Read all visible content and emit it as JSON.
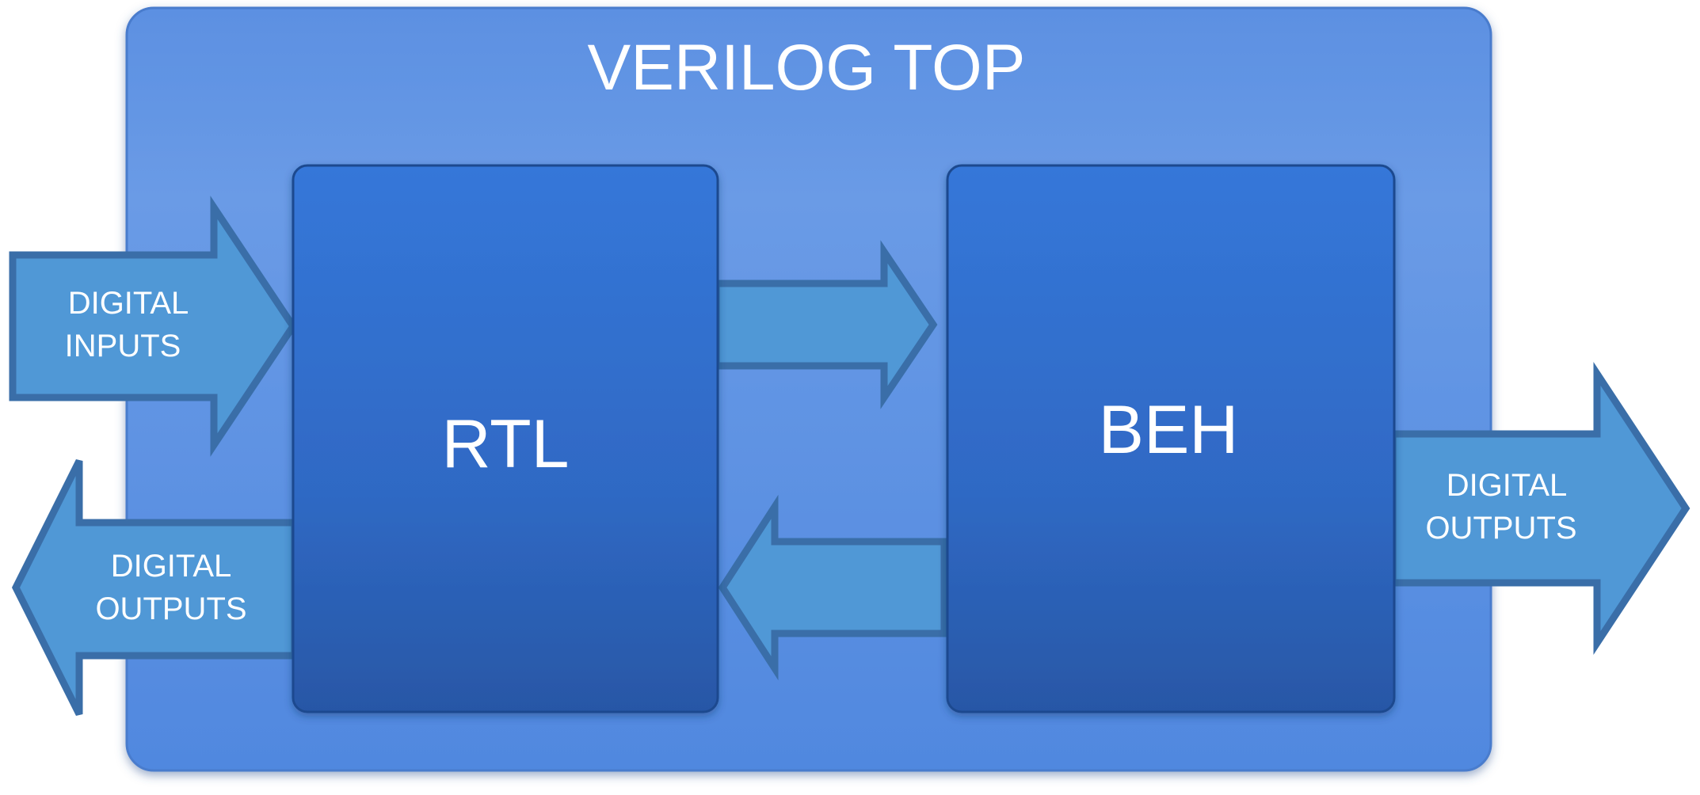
{
  "diagram": {
    "top_module": {
      "label": "VERILOG TOP"
    },
    "rtl_block": {
      "label": "RTL"
    },
    "beh_block": {
      "label": "BEH"
    },
    "digital_inputs_arrow": {
      "line1": "DIGITAL",
      "line2": "INPUTS"
    },
    "left_digital_outputs_arrow": {
      "line1": "DIGITAL",
      "line2": "OUTPUTS"
    },
    "right_digital_outputs_arrow": {
      "line1": "DIGITAL",
      "line2": "OUTPUTS"
    }
  },
  "colors": {
    "top_fill": "#5b8fe0",
    "top_stroke": "#4a7ccd",
    "block_fill_top": "#3576d8",
    "block_fill_bottom": "#2858a8",
    "block_stroke": "#1f4a8f",
    "arrow_fill": "#5098d6",
    "arrow_stroke": "#3a6ea8",
    "text": "#ffffff"
  }
}
